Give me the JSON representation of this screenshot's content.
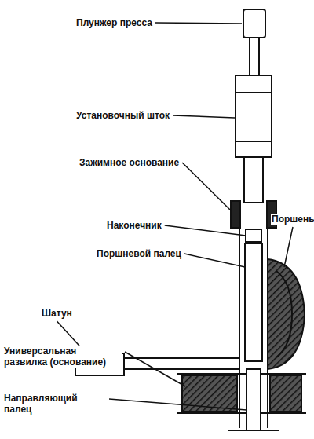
{
  "diagram": {
    "labels": [
      "Плунжер пресса",
      "Установочный шток",
      "Зажимное основание",
      "Наконечник",
      "Поршневой палец",
      "Поршень",
      "Шатун",
      "Универсальная развилка (основание)",
      "Направляющий палец"
    ]
  }
}
